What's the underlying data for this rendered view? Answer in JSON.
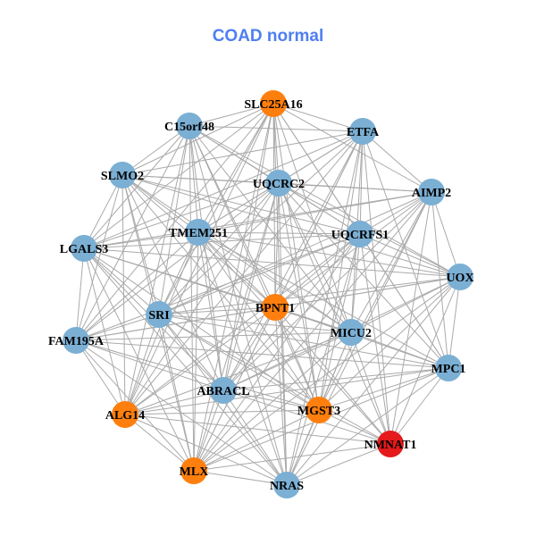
{
  "title": "COAD normal",
  "colors": {
    "blue": "#7bafd4",
    "orange": "#ff7f0e",
    "red": "#e41a1c",
    "edge": "#aaaaaa"
  },
  "nodes": [
    {
      "name": "SLC25A16",
      "color": "orange"
    },
    {
      "name": "C15orf48",
      "color": "blue"
    },
    {
      "name": "ETFA",
      "color": "blue"
    },
    {
      "name": "SLMO2",
      "color": "blue"
    },
    {
      "name": "UQCRC2",
      "color": "blue"
    },
    {
      "name": "AIMP2",
      "color": "blue"
    },
    {
      "name": "TMEM251",
      "color": "blue"
    },
    {
      "name": "UQCRFS1",
      "color": "blue"
    },
    {
      "name": "LGALS3",
      "color": "blue"
    },
    {
      "name": "UOX",
      "color": "blue"
    },
    {
      "name": "BPNT1",
      "color": "orange"
    },
    {
      "name": "SRI",
      "color": "blue"
    },
    {
      "name": "MICU2",
      "color": "blue"
    },
    {
      "name": "FAM195A",
      "color": "blue"
    },
    {
      "name": "MPC1",
      "color": "blue"
    },
    {
      "name": "ABRACL",
      "color": "blue"
    },
    {
      "name": "MGST3",
      "color": "orange"
    },
    {
      "name": "ALG14",
      "color": "orange"
    },
    {
      "name": "NMNAT1",
      "color": "red"
    },
    {
      "name": "MLX",
      "color": "orange"
    },
    {
      "name": "NRAS",
      "color": "blue"
    }
  ],
  "edges": {
    "0": [
      1,
      2,
      3,
      4,
      5,
      6,
      7,
      8,
      10,
      11,
      12,
      13,
      14,
      15,
      16,
      17,
      19,
      20
    ],
    "1": [
      2,
      3,
      4,
      6,
      7,
      8,
      9,
      10,
      11,
      12,
      13,
      15,
      16,
      17,
      19,
      20
    ],
    "2": [
      3,
      4,
      5,
      6,
      7,
      8,
      10,
      11,
      12,
      14,
      15,
      16,
      17,
      18,
      19,
      20
    ],
    "3": [
      4,
      5,
      6,
      7,
      8,
      9,
      10,
      11,
      12,
      13,
      15,
      16,
      17,
      19
    ],
    "4": [
      5,
      6,
      7,
      8,
      9,
      10,
      11,
      12,
      13,
      14,
      15,
      16,
      17,
      18,
      19,
      20
    ],
    "5": [
      6,
      7,
      8,
      9,
      10,
      11,
      12,
      14,
      15,
      16,
      18,
      19,
      20
    ],
    "6": [
      7,
      8,
      9,
      10,
      11,
      12,
      13,
      14,
      15,
      16,
      17,
      18,
      19,
      20
    ],
    "7": [
      8,
      9,
      10,
      11,
      12,
      13,
      14,
      15,
      16,
      17,
      18,
      19,
      20
    ],
    "8": [
      9,
      10,
      11,
      12,
      13,
      15,
      16,
      17,
      19,
      20
    ],
    "9": [
      10,
      11,
      12,
      13,
      14,
      15,
      16,
      18,
      19,
      20
    ],
    "10": [
      11,
      12,
      13,
      14,
      15,
      16,
      17,
      18,
      19,
      20
    ],
    "11": [
      12,
      13,
      14,
      15,
      16,
      17,
      18,
      19,
      20
    ],
    "12": [
      13,
      14,
      15,
      16,
      17,
      18,
      19,
      20
    ],
    "13": [
      14,
      15,
      16,
      17,
      19,
      20
    ],
    "14": [
      15,
      16,
      17,
      18,
      19,
      20
    ],
    "15": [
      16,
      17,
      18,
      19,
      20
    ],
    "16": [
      17,
      18,
      19,
      20
    ],
    "17": [
      18,
      19,
      20
    ],
    "18": [
      19,
      20
    ],
    "19": [
      20
    ]
  }
}
